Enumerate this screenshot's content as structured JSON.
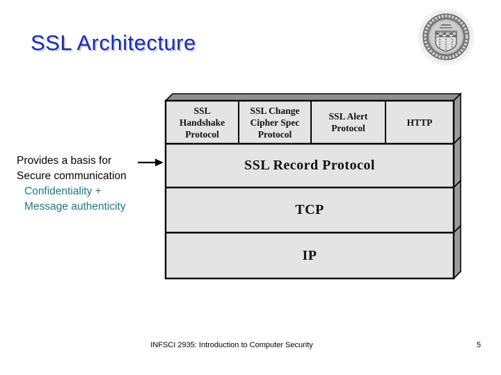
{
  "slide": {
    "title": "SSL Architecture",
    "footer": "INFSCI 2935: Introduction to Computer Security",
    "page_number": "5"
  },
  "annotation": {
    "line1": "Provides a basis for",
    "line2": "Secure communication",
    "line3": "Confidentiality +",
    "line4": "Message authenticity"
  },
  "diagram": {
    "cells": [
      "SSL\nHandshake\nProtocol",
      "SSL Change\nCipher Spec\nProtocol",
      "SSL Alert\nProtocol",
      "HTTP"
    ],
    "layers": [
      "SSL Record Protocol",
      "TCP",
      "IP"
    ]
  },
  "colors": {
    "title_blue": "#1f2d9b",
    "title_shadow": "#c3c9ea",
    "teal": "#1e7a78",
    "face_gray": "#e4e4e4",
    "top_side_gray": "#8f8f8f",
    "right_side_gray": "#9b9b9b"
  }
}
